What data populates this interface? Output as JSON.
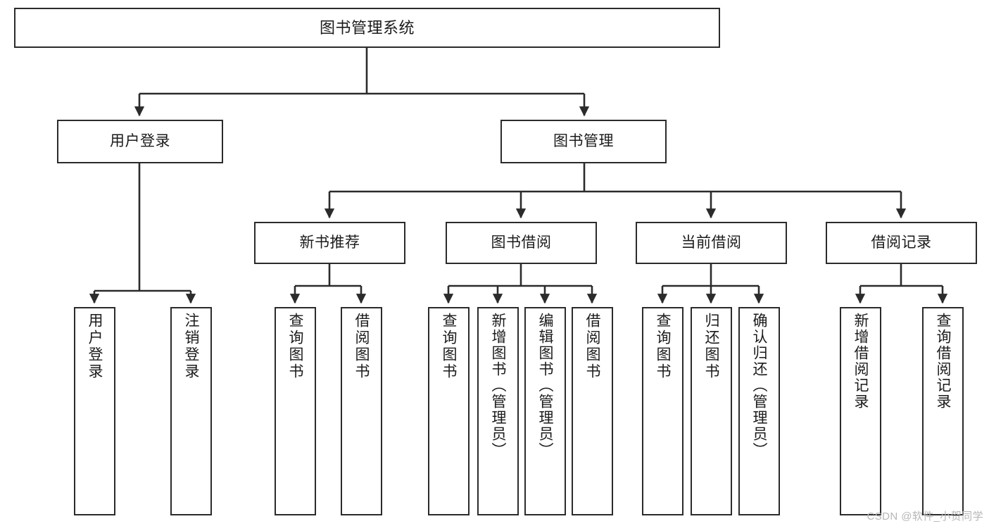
{
  "diagram": {
    "title": "图书管理系统",
    "type": "tree",
    "watermark": "CSDN @软件_小贺同学",
    "colors": {
      "box_border": "#2b2b2b",
      "box_fill": "#ffffff",
      "edge": "#2b2b2b",
      "text": "#1b1b1b",
      "watermark": "#b6b6b6",
      "background": "#ffffff"
    },
    "levels": {
      "root": [
        "图书管理系统"
      ],
      "level2": [
        "用户登录",
        "图书管理"
      ],
      "level3": [
        "新书推荐",
        "图书借阅",
        "当前借阅",
        "借阅记录"
      ],
      "leaves": [
        "用户登录",
        "注销登录",
        "查询图书",
        "借阅图书",
        "查询图书",
        "新增图书（管理员）",
        "编辑图书（管理员）",
        "借阅图书",
        "查询图书",
        "归还图书",
        "确认归还（管理员）",
        "新增借阅记录",
        "查询借阅记录"
      ]
    },
    "nodes": {
      "root": {
        "label": "图书管理系统"
      },
      "user_login": {
        "label": "用户登录"
      },
      "book_manage": {
        "label": "图书管理"
      },
      "new_book_rec": {
        "label": "新书推荐"
      },
      "book_borrow": {
        "label": "图书借阅"
      },
      "current_borrow": {
        "label": "当前借阅"
      },
      "borrow_record": {
        "label": "借阅记录"
      },
      "leaf_user_login": {
        "label": "用户登录"
      },
      "leaf_logout": {
        "label": "注销登录"
      },
      "leaf_query_book_1": {
        "label": "查询图书"
      },
      "leaf_borrow_book_1": {
        "label": "借阅图书"
      },
      "leaf_query_book_2": {
        "label": "查询图书"
      },
      "leaf_add_book": {
        "label": "新增图书（管理员）"
      },
      "leaf_edit_book": {
        "label": "编辑图书（管理员）"
      },
      "leaf_borrow_book_2": {
        "label": "借阅图书"
      },
      "leaf_query_book_3": {
        "label": "查询图书"
      },
      "leaf_return_book": {
        "label": "归还图书"
      },
      "leaf_confirm_return": {
        "label": "确认归还（管理员）"
      },
      "leaf_add_record": {
        "label": "新增借阅记录"
      },
      "leaf_query_record": {
        "label": "查询借阅记录"
      }
    }
  }
}
